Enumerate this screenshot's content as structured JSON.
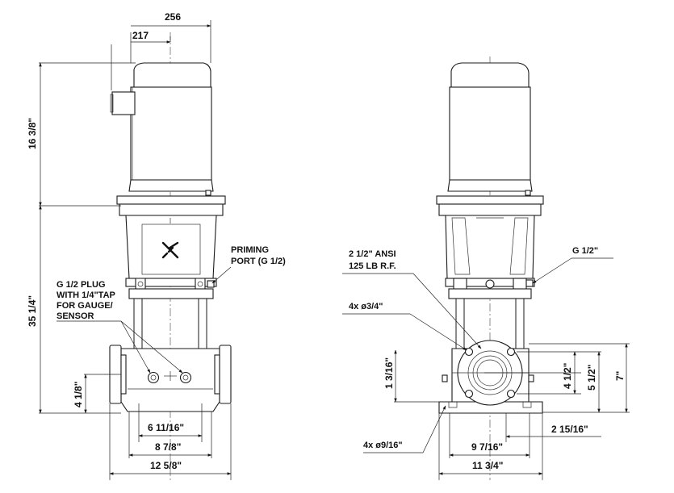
{
  "dims": {
    "top_256": "256",
    "top_217": "217",
    "motor_height": "16  3/8\"",
    "pump_height": "35  1/4\"",
    "inlet_height": "4 1/8\"",
    "base_6_11_16": "6 11/16\"",
    "base_8_7_8": "8 7/8\"",
    "base_12_5_8": "12 5/8\"",
    "flange_1_3_16": "1 3/16\"",
    "flange_4_1_2": "4 1/2\"",
    "flange_5_1_2": "5 1/2\"",
    "height_7": "7\"",
    "base_9_7_16": "9 7/16\"",
    "base_2_15_16": "2 15/16\"",
    "base_11_3_4": "11 3/4\""
  },
  "callouts": {
    "priming_1": "PRIMING",
    "priming_2": "PORT (G 1/2)",
    "plug_1": "G 1/2 PLUG",
    "plug_2": "WITH 1/4\"TAP",
    "plug_3": "FOR GAUGE/",
    "plug_4": "SENSOR",
    "ansi_1": "2 1/2\" ANSI",
    "ansi_2": "125 LB R.F.",
    "bolts_3_4": "4x ø3/4\"",
    "bolts_9_16": "4x ø9/16\"",
    "g_half": "G 1/2\""
  },
  "colors": {
    "line": "#1a1a1a",
    "background": "#ffffff"
  },
  "icons": {
    "logo": "grundfos-dancer-icon"
  }
}
